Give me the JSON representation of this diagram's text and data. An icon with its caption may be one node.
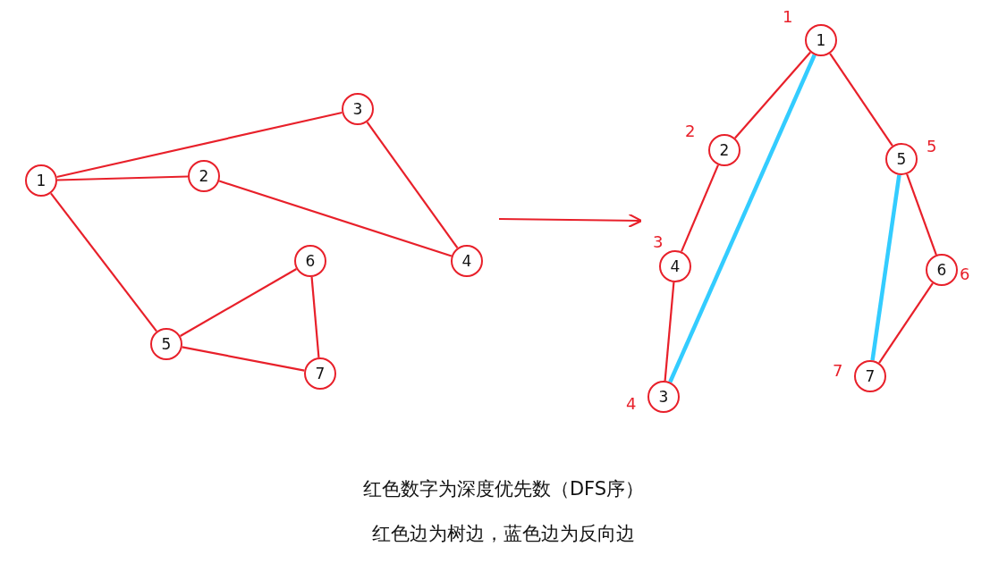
{
  "diagram": {
    "nodes": [
      {
        "text": [
          "1"
        ]
      },
      {
        "text": [
          "2"
        ]
      },
      {
        "text": [
          "3"
        ]
      },
      {
        "text": [
          "4"
        ]
      },
      {
        "text": [
          "5"
        ]
      },
      {
        "text": [
          "6"
        ]
      },
      {
        "text": [
          "7"
        ]
      },
      {
        "text": [
          "1"
        ],
        "beside": [
          "1"
        ]
      },
      {
        "text": [
          "2"
        ],
        "beside": [
          "2"
        ]
      },
      {
        "text": [
          "4"
        ],
        "beside": [
          "3"
        ]
      },
      {
        "text": [
          "3"
        ],
        "beside": [
          "4"
        ]
      },
      {
        "text": [
          "5"
        ],
        "beside": [
          "5"
        ]
      },
      {
        "text": [
          "6"
        ],
        "beside": [
          "6"
        ]
      },
      {
        "text": [
          "7"
        ],
        "beside": [
          "7"
        ]
      }
    ],
    "edges": [
      {
        "from": 0,
        "to": 2,
        "arrow": "none"
      },
      {
        "from": 0,
        "to": 1,
        "arrow": "none"
      },
      {
        "from": 1,
        "to": 3,
        "arrow": "none"
      },
      {
        "from": 2,
        "to": 3,
        "arrow": "none"
      },
      {
        "from": 0,
        "to": 4,
        "arrow": "none"
      },
      {
        "from": 4,
        "to": 5,
        "arrow": "none"
      },
      {
        "from": 4,
        "to": 6,
        "arrow": "none"
      },
      {
        "from": 5,
        "to": 6,
        "arrow": "none"
      },
      {
        "from": 7,
        "to": 8,
        "arrow": "none"
      },
      {
        "from": 8,
        "to": 9,
        "arrow": "none"
      },
      {
        "from": 9,
        "to": 10,
        "arrow": "none"
      },
      {
        "from": 10,
        "to": 7,
        "arrow": "none",
        "style": "thick",
        "color": "#33ccff"
      },
      {
        "from": 7,
        "to": 11,
        "arrow": "none"
      },
      {
        "from": 11,
        "to": 12,
        "arrow": "none"
      },
      {
        "from": 12,
        "to": 13,
        "arrow": "none"
      },
      {
        "from": 13,
        "to": 11,
        "arrow": "none",
        "style": "thick",
        "color": "#33ccff"
      }
    ],
    "labels": [
      "红色数字为深度优先数（DFS序）",
      "红色边为树边，蓝色边为反向边"
    ]
  }
}
